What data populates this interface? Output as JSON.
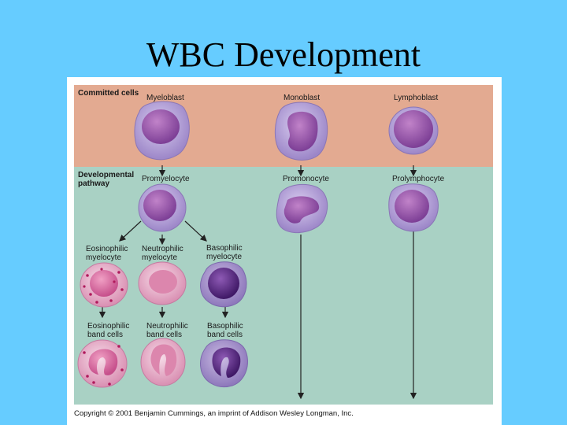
{
  "slide": {
    "title": "WBC Development"
  },
  "stages": {
    "committed": "Committed cells",
    "developmental": "Developmental pathway"
  },
  "cells": {
    "myeloblast": "Myeloblast",
    "monoblast": "Monoblast",
    "lymphoblast": "Lymphoblast",
    "promyelocyte": "Promyelocyte",
    "promonocyte": "Promonocyte",
    "prolymphocyte": "Prolymphocyte",
    "eosinophilic_myelocyte": "Eosinophilic myelocyte",
    "neutrophilic_myelocyte": "Neutrophilic myelocyte",
    "basophilic_myelocyte": "Basophilic myelocyte",
    "eosinophilic_band": "Eosinophilic band cells",
    "neutrophilic_band": "Neutrophilic band cells",
    "basophilic_band": "Basophilic band cells"
  },
  "copyright": "Copyright © 2001 Benjamin Cummings, an imprint of Addison Wesley Longman, Inc.",
  "colors": {
    "background": "#66ccff",
    "committed_band": "#e3aa91",
    "developmental_band": "#a9d1c4",
    "blast_cytoplasm": "#b9a6d8",
    "blast_nucleus": "#8a4fa6",
    "eosinophil": "#e8a9c4",
    "neutrophil": "#e9b2cc",
    "basophil": "#a692c9",
    "basophil_nucleus": "#55257f"
  }
}
